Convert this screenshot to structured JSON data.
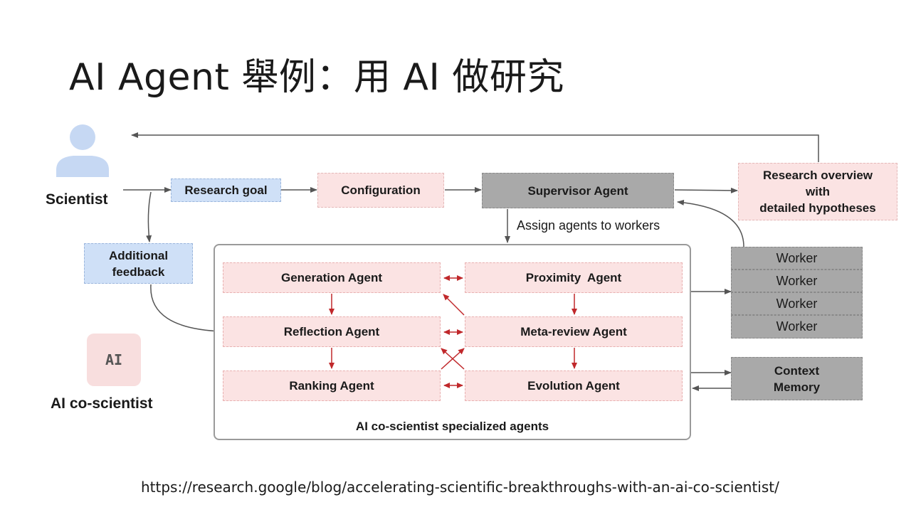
{
  "slide": {
    "title": "AI Agent 舉例：用 AI 做研究",
    "source_url": "https://research.google/blog/accelerating-scientific-breakthroughs-with-an-ai-co-scientist/"
  },
  "diagram": {
    "actors": {
      "scientist": "Scientist",
      "ai_logo_text": "AI",
      "ai_co_scientist": "AI co-scientist"
    },
    "inputs": {
      "research_goal": "Research goal",
      "additional_feedback": [
        "Additional",
        "feedback"
      ],
      "configuration": "Configuration"
    },
    "supervisor": "Supervisor Agent",
    "assign_label": "Assign agents to workers",
    "output": [
      "Research overview",
      "with",
      "detailed hypotheses"
    ],
    "workers": [
      "Worker",
      "Worker",
      "Worker",
      "Worker"
    ],
    "context_memory": [
      "Context",
      "Memory"
    ],
    "container_label": "AI co-scientist specialized agents",
    "agents": {
      "generation": "Generation Agent",
      "reflection": "Reflection Agent",
      "ranking": "Ranking Agent",
      "proximity": "Proximity  Agent",
      "meta_review": "Meta-review Agent",
      "evolution": "Evolution Agent"
    },
    "colors": {
      "blue_box": "#cfe0f7",
      "pink_box": "#fbe3e3",
      "gray_box": "#a9a9a9",
      "red_arrow": "#c0282b",
      "gray_arrow": "#555555"
    }
  }
}
